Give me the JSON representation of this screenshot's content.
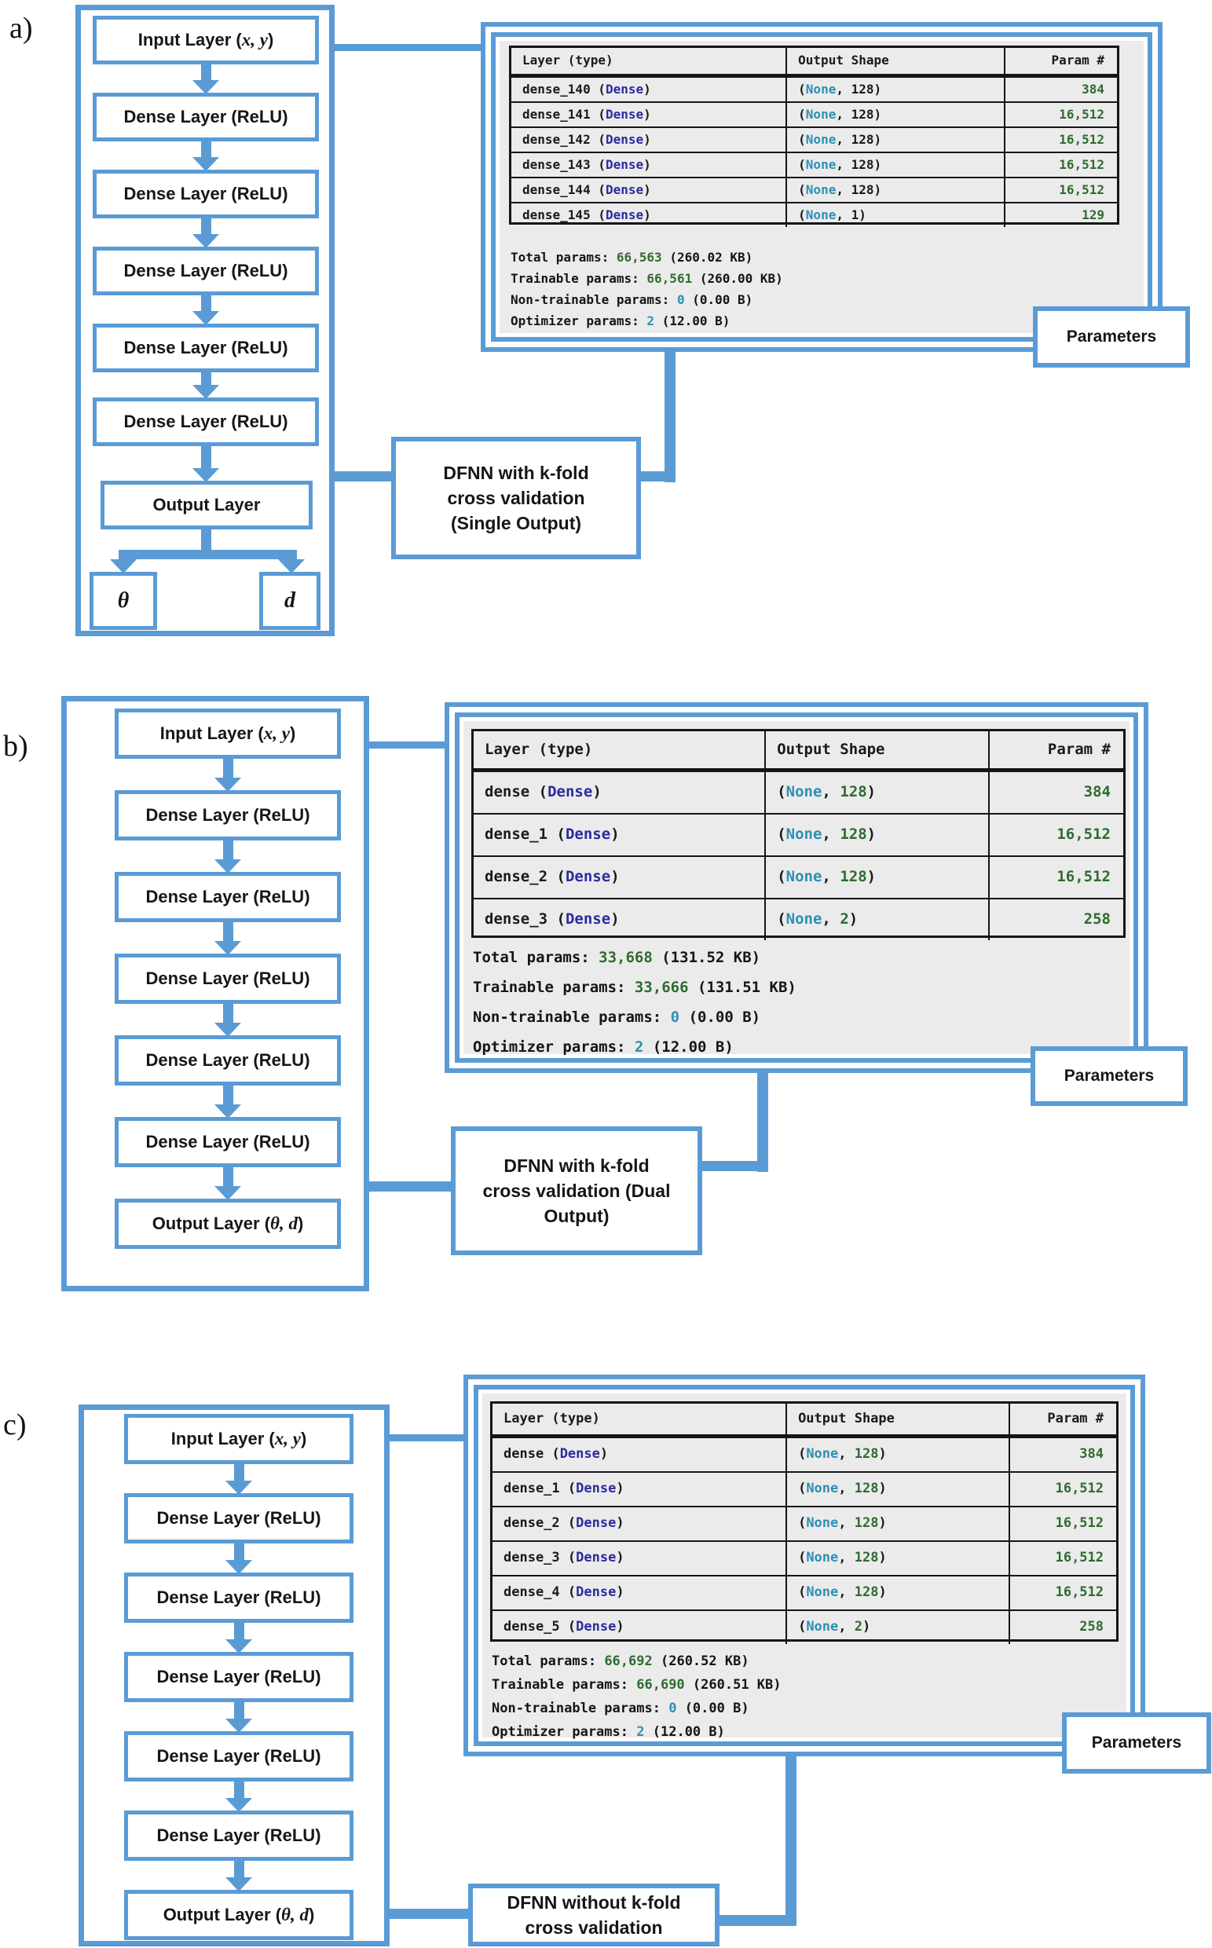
{
  "colors": {
    "accent_blue": "#5b9bd5",
    "panel_grey": "#ebebeb",
    "layer_type_indigo": "#2b2b9e",
    "none_teal": "#2e8fb5",
    "param_green": "#2f6b2f"
  },
  "sections": [
    {
      "id": "a",
      "label": "a)",
      "flow_boxes": [
        {
          "parts": [
            "Input Layer (",
            "x, y",
            ")"
          ]
        },
        {
          "parts": [
            "Dense Layer (ReLU)"
          ]
        },
        {
          "parts": [
            "Dense Layer (ReLU)"
          ]
        },
        {
          "parts": [
            "Dense Layer (ReLU)"
          ]
        },
        {
          "parts": [
            "Dense Layer (ReLU)"
          ]
        },
        {
          "parts": [
            "Dense Layer (ReLU)"
          ]
        },
        {
          "parts": [
            "Output Layer"
          ]
        }
      ],
      "output_nodes": [
        "θ",
        "d"
      ],
      "dfnn_lines": [
        "DFNN with k-fold",
        "cross validation",
        "(Single Output)"
      ],
      "parameters_label": "Parameters",
      "table": {
        "headers": [
          "Layer (type)",
          "Output Shape",
          "Param #"
        ],
        "rows": [
          {
            "name": "dense_140",
            "type_parts": [
              "(",
              "Dense",
              ")"
            ],
            "shape_parts": [
              "(",
              "None",
              ", ",
              "128",
              ")"
            ],
            "params": "384"
          },
          {
            "name": "dense_141",
            "type_parts": [
              "(",
              "Dense",
              ")"
            ],
            "shape_parts": [
              "(",
              "None",
              ", ",
              "128",
              ")"
            ],
            "params": "16,512"
          },
          {
            "name": "dense_142",
            "type_parts": [
              "(",
              "Dense",
              ")"
            ],
            "shape_parts": [
              "(",
              "None",
              ", ",
              "128",
              ")"
            ],
            "params": "16,512"
          },
          {
            "name": "dense_143",
            "type_parts": [
              "(",
              "Dense",
              ")"
            ],
            "shape_parts": [
              "(",
              "None",
              ", ",
              "128",
              ")"
            ],
            "params": "16,512"
          },
          {
            "name": "dense_144",
            "type_parts": [
              "(",
              "Dense",
              ")"
            ],
            "shape_parts": [
              "(",
              "None",
              ", ",
              "128",
              ")"
            ],
            "params": "16,512"
          },
          {
            "name": "dense_145",
            "type_parts": [
              "(",
              "Dense",
              ")"
            ],
            "shape_parts": [
              "(",
              "None",
              ", ",
              "1",
              ")"
            ],
            "params": "129"
          }
        ],
        "totals": [
          {
            "label": "Total params:",
            "value": "66,563",
            "size": "(260.02 KB)"
          },
          {
            "label": "Trainable params:",
            "value": "66,561",
            "size": "(260.00 KB)"
          },
          {
            "label": "Non-trainable params:",
            "value": "0",
            "size": "(0.00 B)"
          },
          {
            "label": "Optimizer params:",
            "value": "2",
            "size": "(12.00 B)"
          }
        ]
      }
    },
    {
      "id": "b",
      "label": "b)",
      "flow_boxes": [
        {
          "parts": [
            "Input Layer (",
            "x, y",
            ")"
          ]
        },
        {
          "parts": [
            "Dense Layer (ReLU)"
          ]
        },
        {
          "parts": [
            "Dense Layer (ReLU)"
          ]
        },
        {
          "parts": [
            "Dense Layer (ReLU)"
          ]
        },
        {
          "parts": [
            "Dense Layer (ReLU)"
          ]
        },
        {
          "parts": [
            "Dense Layer (ReLU)"
          ]
        },
        {
          "parts": [
            "Output Layer (",
            "θ, d",
            ")"
          ]
        }
      ],
      "dfnn_lines": [
        "DFNN with k-fold",
        "cross validation (Dual",
        "Output)"
      ],
      "parameters_label": "Parameters",
      "table": {
        "headers": [
          "Layer (type)",
          "Output Shape",
          "Param #"
        ],
        "rows": [
          {
            "name": "dense",
            "type_parts": [
              "(",
              "Dense",
              ")"
            ],
            "shape_parts": [
              "(",
              "None",
              ", ",
              "128",
              ")"
            ],
            "params": "384"
          },
          {
            "name": "dense_1",
            "type_parts": [
              "(",
              "Dense",
              ")"
            ],
            "shape_parts": [
              "(",
              "None",
              ", ",
              "128",
              ")"
            ],
            "params": "16,512"
          },
          {
            "name": "dense_2",
            "type_parts": [
              "(",
              "Dense",
              ")"
            ],
            "shape_parts": [
              "(",
              "None",
              ", ",
              "128",
              ")"
            ],
            "params": "16,512"
          },
          {
            "name": "dense_3",
            "type_parts": [
              "(",
              "Dense",
              ")"
            ],
            "shape_parts": [
              "(",
              "None",
              ", ",
              "2",
              ")"
            ],
            "params": "258"
          }
        ],
        "totals": [
          {
            "label": "Total params:",
            "value": "33,668",
            "size": "(131.52 KB)"
          },
          {
            "label": "Trainable params:",
            "value": "33,666",
            "size": "(131.51 KB)"
          },
          {
            "label": "Non-trainable params:",
            "value": "0",
            "size": "(0.00 B)"
          },
          {
            "label": "Optimizer params:",
            "value": "2",
            "size": "(12.00 B)"
          }
        ]
      }
    },
    {
      "id": "c",
      "label": "c)",
      "flow_boxes": [
        {
          "parts": [
            "Input Layer (",
            "x, y",
            ")"
          ]
        },
        {
          "parts": [
            "Dense Layer (ReLU)"
          ]
        },
        {
          "parts": [
            "Dense Layer (ReLU)"
          ]
        },
        {
          "parts": [
            "Dense Layer (ReLU)"
          ]
        },
        {
          "parts": [
            "Dense Layer (ReLU)"
          ]
        },
        {
          "parts": [
            "Dense Layer (ReLU)"
          ]
        },
        {
          "parts": [
            "Output Layer (",
            "θ, d",
            ")"
          ]
        }
      ],
      "dfnn_lines": [
        "DFNN without k-fold",
        "cross validation"
      ],
      "parameters_label": "Parameters",
      "table": {
        "headers": [
          "Layer (type)",
          "Output Shape",
          "Param #"
        ],
        "rows": [
          {
            "name": "dense",
            "type_parts": [
              "(",
              "Dense",
              ")"
            ],
            "shape_parts": [
              "(",
              "None",
              ", ",
              "128",
              ")"
            ],
            "params": "384"
          },
          {
            "name": "dense_1",
            "type_parts": [
              "(",
              "Dense",
              ")"
            ],
            "shape_parts": [
              "(",
              "None",
              ", ",
              "128",
              ")"
            ],
            "params": "16,512"
          },
          {
            "name": "dense_2",
            "type_parts": [
              "(",
              "Dense",
              ")"
            ],
            "shape_parts": [
              "(",
              "None",
              ", ",
              "128",
              ")"
            ],
            "params": "16,512"
          },
          {
            "name": "dense_3",
            "type_parts": [
              "(",
              "Dense",
              ")"
            ],
            "shape_parts": [
              "(",
              "None",
              ", ",
              "128",
              ")"
            ],
            "params": "16,512"
          },
          {
            "name": "dense_4",
            "type_parts": [
              "(",
              "Dense",
              ")"
            ],
            "shape_parts": [
              "(",
              "None",
              ", ",
              "128",
              ")"
            ],
            "params": "16,512"
          },
          {
            "name": "dense_5",
            "type_parts": [
              "(",
              "Dense",
              ")"
            ],
            "shape_parts": [
              "(",
              "None",
              ", ",
              "2",
              ")"
            ],
            "params": "258"
          }
        ],
        "totals": [
          {
            "label": "Total params:",
            "value": "66,692",
            "size": "(260.52 KB)"
          },
          {
            "label": "Trainable params:",
            "value": "66,690",
            "size": "(260.51 KB)"
          },
          {
            "label": "Non-trainable params:",
            "value": "0",
            "size": "(0.00 B)"
          },
          {
            "label": "Optimizer params:",
            "value": "2",
            "size": "(12.00 B)"
          }
        ]
      }
    }
  ]
}
